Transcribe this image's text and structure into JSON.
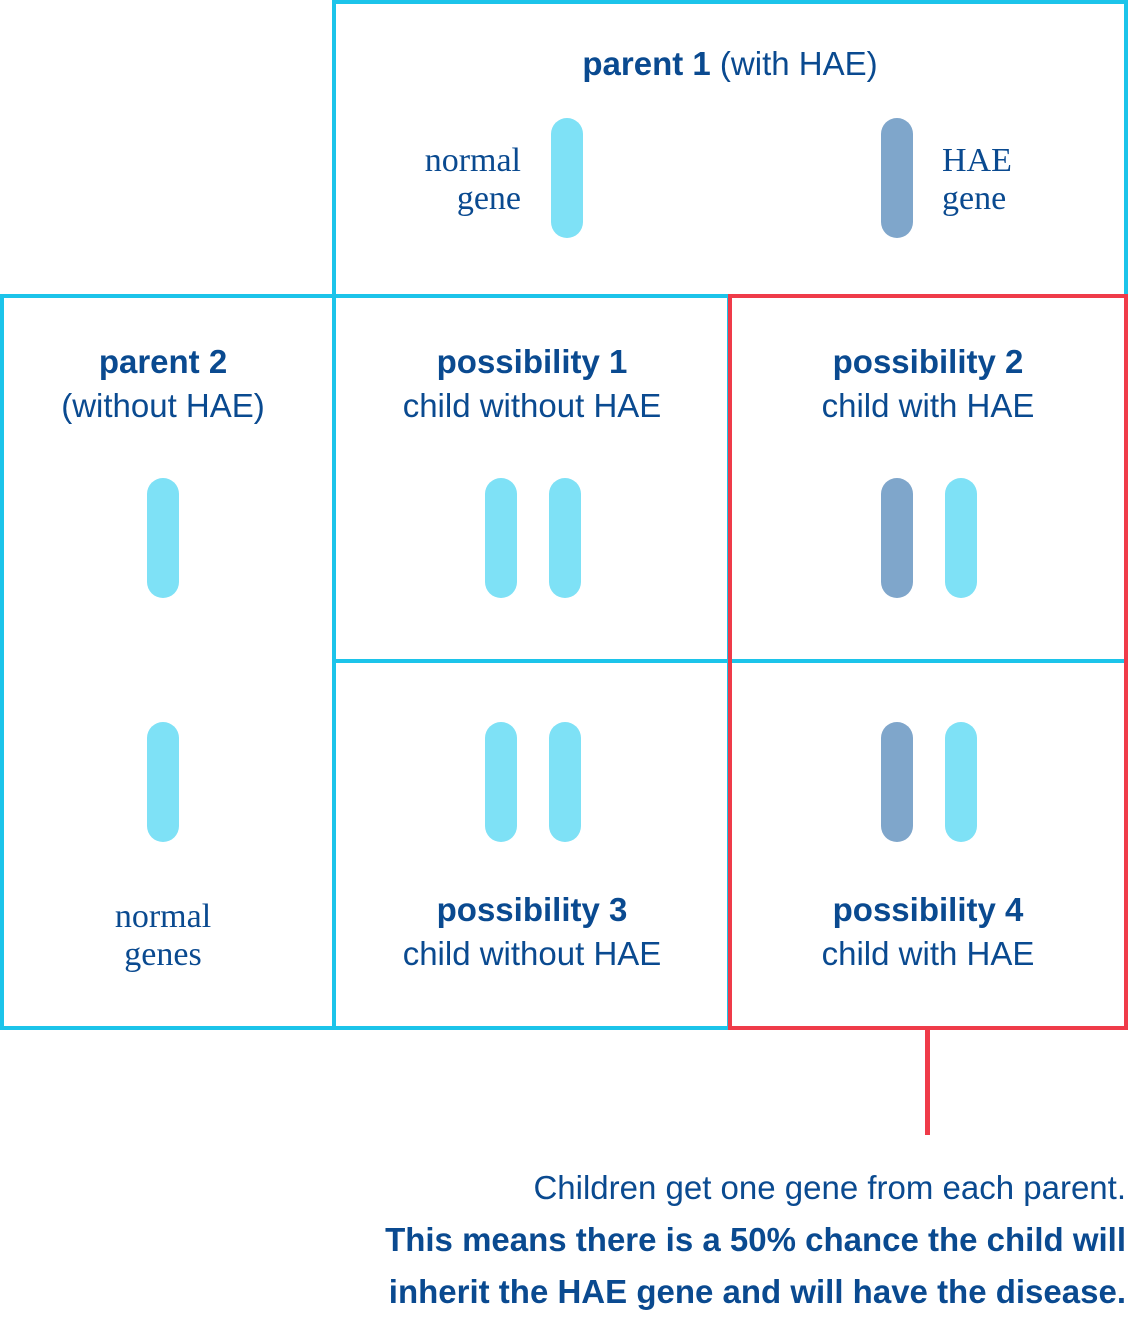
{
  "colors": {
    "grid_border": "#1cc4ea",
    "highlight_border": "#ef3b49",
    "text": "#0a4a90",
    "normal_gene": "#7ee1f6",
    "hae_gene": "#7fa6cb"
  },
  "parent1": {
    "title_bold": "parent 1",
    "title_rest": " (with HAE)",
    "left_label_1": "normal",
    "left_label_2": "gene",
    "right_label_1": "HAE",
    "right_label_2": "gene"
  },
  "parent2": {
    "title_bold": "parent 2",
    "title_rest": "(without HAE)",
    "bottom_label_1": "normal",
    "bottom_label_2": "genes"
  },
  "possibilities": [
    {
      "title": "possibility 1",
      "subtitle": "child without HAE",
      "genes": [
        "normal",
        "normal"
      ]
    },
    {
      "title": "possibility 2",
      "subtitle": "child with HAE",
      "genes": [
        "hae",
        "normal"
      ]
    },
    {
      "title": "possibility 3",
      "subtitle": "child without HAE",
      "genes": [
        "normal",
        "normal"
      ]
    },
    {
      "title": "possibility 4",
      "subtitle": "child with HAE",
      "genes": [
        "hae",
        "normal"
      ]
    }
  ],
  "caption": {
    "line1": "Children get one gene from each parent.",
    "line2": "This means there is a 50% chance the child will",
    "line3": "inherit the HAE gene and will have the disease."
  }
}
